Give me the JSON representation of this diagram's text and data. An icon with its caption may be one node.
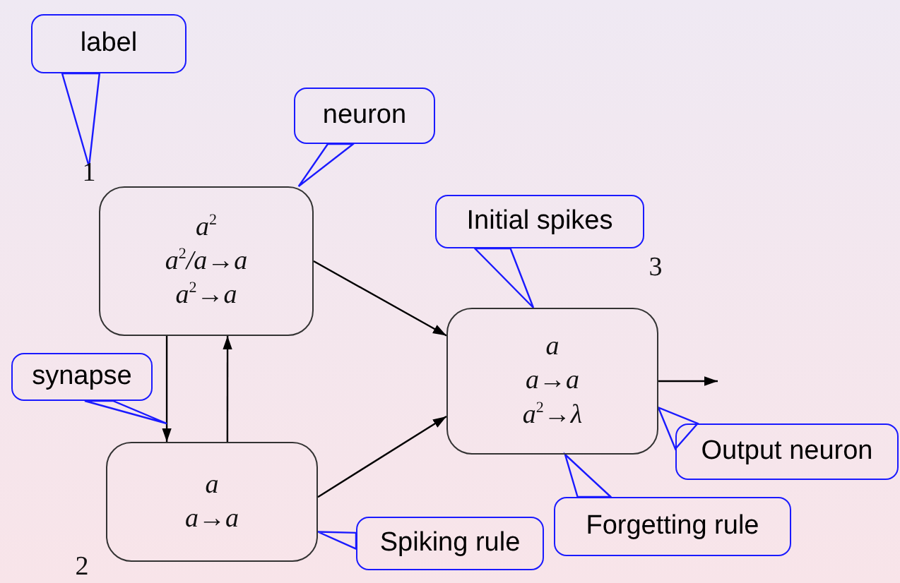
{
  "diagram": {
    "nodes": [
      {
        "text": [
          "a$^{2}$",
          "a$^{2}$/a→a",
          "a$^{2}$→a"
        ]
      },
      {
        "text": [
          "a",
          "a→a"
        ]
      },
      {
        "text": [
          "a",
          "a→a",
          "a$^{2}$→λ"
        ]
      },
      {
        "text": [
          "1"
        ]
      },
      {
        "text": [
          "2"
        ]
      },
      {
        "text": [
          "3"
        ]
      },
      {
        "text": [
          "label"
        ]
      },
      {
        "text": [
          "neuron"
        ]
      },
      {
        "text": [
          "synapse"
        ]
      },
      {
        "text": [
          "Initial spikes"
        ]
      },
      {
        "text": [
          "Output neuron"
        ]
      },
      {
        "text": [
          "Forgetting rule"
        ]
      },
      {
        "text": [
          "Spiking rule"
        ]
      }
    ],
    "edges": [
      {
        "from": 0,
        "to": 2,
        "arrow": "to",
        "color": "#000000"
      },
      {
        "from": 1,
        "to": 2,
        "arrow": "to",
        "color": "#000000"
      },
      {
        "from": 0,
        "to": 1,
        "arrow": "to",
        "color": "#000000"
      },
      {
        "from": 1,
        "to": 0,
        "arrow": "to",
        "color": "#000000"
      },
      {
        "from": 2,
        "to": null,
        "arrow": "to",
        "color": "#000000"
      },
      {
        "from": 6,
        "to": 3,
        "arrow": "none"
      },
      {
        "from": 7,
        "to": 0,
        "arrow": "none"
      },
      {
        "from": 8,
        "to": null,
        "arrow": "none"
      },
      {
        "from": 9,
        "to": 2,
        "arrow": "none"
      },
      {
        "from": 10,
        "to": 2,
        "arrow": "none"
      },
      {
        "from": 11,
        "to": 2,
        "arrow": "none"
      },
      {
        "from": 12,
        "to": 1,
        "arrow": "none"
      }
    ]
  }
}
